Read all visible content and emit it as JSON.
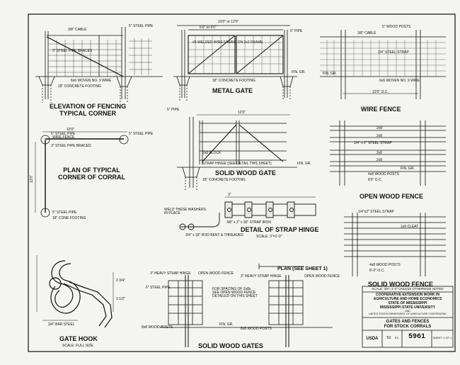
{
  "titles": {
    "elevation_corner": "ELEVATION OF FENCING\nTYPICAL CORNER",
    "metal_gate": "METAL GATE",
    "wire_fence": "WIRE FENCE",
    "plan_corral": "PLAN OF TYPICAL\nCORNER OF CORRAL",
    "solid_wood_gate": "SOLID WOOD GATE",
    "open_wood_fence": "OPEN WOOD FENCE",
    "strap_hinge": "DETAIL OF STRAP HINGE",
    "strap_hinge_scale": "SCALE: 3\"=1'-0\"",
    "solid_wood_fence": "SOLID WOOD FENCE",
    "gate_hook": "GATE HOOK",
    "gate_hook_scale": "SCALE: FULL SIZE",
    "solid_wood_gates": "SOLID WOOD GATES",
    "plan_see_sheet": "PLAN (SEE SHEET 1)"
  },
  "labels": {
    "cable_38": "3/8\" CABLE",
    "steel_pipe_5": "5\" STEEL PIPE",
    "steel_pipe_braces": "3\" STEEL PIPE BRACES",
    "woven_wire": "6x6 WOVEN NO. 9 WIRE",
    "concrete_footing": "18\" CONCRETE FOOTING",
    "metal_gate_top": "10'0\" or 12'0\"",
    "metal_gate_half": "5'0\" or 6'0\"",
    "welded_wire": "#9 WELDED WIRE FABRIC ON 2x2 FRAME",
    "pipe_6": "6\" PIPE",
    "fin_gr": "FIN. GR.",
    "wood_posts_5": "5\" WOOD POSTS",
    "steel_strap": "1/4\" STEEL STRAP",
    "woven_wire_wire": "6x6 WOVEN NO. 9 WIRE",
    "spacing_12": "12'0\" O.C.",
    "pipe_5": "5\" PIPE",
    "gate_width": "12'0\"",
    "block_2x8": "2x8 BLOCK",
    "strap_hinge_note": "STRAP HINGE (SEE DETAIL THIS SHEET)",
    "conc_footing_wood": "18\" CONCRETE FOOTING",
    "plank_2x8": "2x8",
    "plank_2x6": "2x6",
    "strap_14": "1/4\" x 2\" STEEL STRAP",
    "posts_4x8": "4x8 WOOD POSTS",
    "spacing_8": "8'0\" O.C.",
    "corner_10": "10'0\"",
    "corner_pipe_5": "5\" STEEL PIPE",
    "wire_fence_c": "WIRE FENCE",
    "pipe_braced": "3\" STEEL PIPE BRACED",
    "corner_12": "12'0\"",
    "cone_footing": "18\" CONE FOOTING",
    "weld_washers": "WELD THESE WASHERS\nIN PLACE",
    "strap_iron": "3/8\" x 2\" x 30\" STRAP IRON",
    "rod_bent": "3/4\" x 18\" ROD BENT & THREADED",
    "dims_hinge": "3\"",
    "strap_steel": "1/4\"x2\" STEEL STRAP",
    "cleat": "1x6 CLEAT",
    "posts_solid": "4x8 WOOD POSTS",
    "spacing_solid": "8'-0\" O.C.",
    "hook_bar": "3/4\" BAR STEEL",
    "hook_dim_1": "2 3/4\"",
    "hook_dim_2": "1 1/2\"",
    "heavy_strap": "3\" HEAVY STRAP HINGE",
    "open_wood_fence": "OPEN WOOD FENCE",
    "steel_pipe_6": "6\" STEEL PIPE",
    "spacing_note": "FOR SPACING OF 2x8s\nSEE OPEN WOOD FENCE\nDETAILED ON THIS SHEET",
    "wood_posts_8x8": "8x8 WOOD POSTS",
    "heavy_strap_2": "3\" HEAVY STRAP HINGE",
    "open_wood_fence_2": "OPEN WOOD FENCE"
  },
  "title_block": {
    "scale_note": "SCALE: 3/8\"=1'-0\" UNLESS OTHERWISE NOTED",
    "line1": "COOPERATIVE EXTENSION WORK IN",
    "line2": "AGRICULTURE AND HOME ECONOMICS",
    "line3": "STATE OF MISSISSIPPI",
    "line4": "MISSISSIPPI STATE UNIVERSITY",
    "line5": "AND",
    "line6": "UNITED STATES DEPARTMENT OF AGRICULTURE COOPERATING",
    "drawing_title1": "GATES AND FENCES",
    "drawing_title2": "FOR STOCK CORRALS",
    "agency": "USDA",
    "year": "'63",
    "ex_label": "EX.",
    "plan_no": "5961",
    "sheet": "SHEET 1 OF 1"
  }
}
